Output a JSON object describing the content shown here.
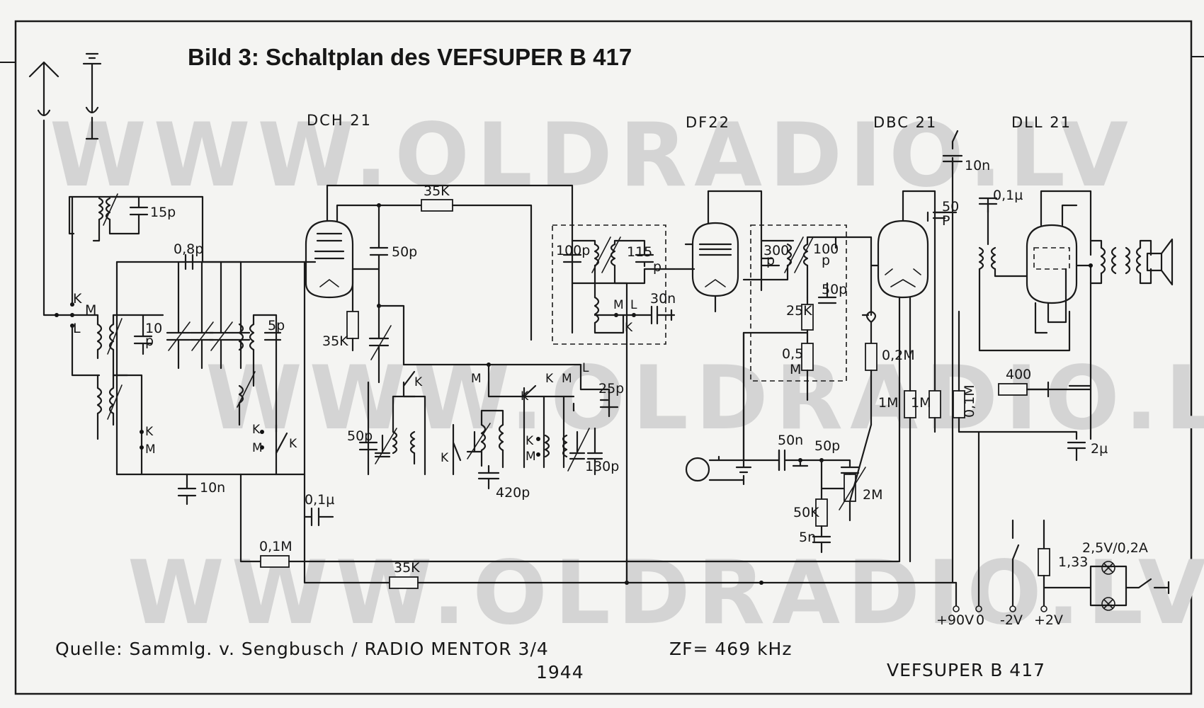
{
  "title": "Bild 3: Schaltplan des VEFSUPER B 417",
  "watermarks": [
    "WWW.OLDRADIO.LV",
    "WWW.OLDRADIO.LV",
    "WWW.OLDRADIO.LV"
  ],
  "tubes": [
    "DCH 21",
    "DF22",
    "DBC 21",
    "DLL 21"
  ],
  "component_labels": {
    "c15p": "15p",
    "c08p": "0,8p",
    "sw_k": "K",
    "sw_m": "M",
    "sw_l": "L",
    "c10p": "10",
    "c10p_unit": "p",
    "c5p": "5p",
    "c10n_left": "10n",
    "r35k_top": "35K",
    "c50p_osc": "50p",
    "r35k_grid": "35K",
    "c50p_left": "50p",
    "c420p": "420p",
    "c130p": "130p",
    "c25p": "25p",
    "c01u_mid": "0,1µ",
    "r01m": "0,1M",
    "r35k_bottom": "35K",
    "c100p": "100p",
    "c115p": "115",
    "c115p_unit": "p",
    "c30n": "30n",
    "c300p": "300",
    "c300p_unit": "p",
    "c100p_2": "100",
    "c100p_2_unit": "p",
    "c50p_if": "50p",
    "r25k": "25K",
    "r05m": "0,5",
    "r05m_unit": "M",
    "r02m": "0,2M",
    "c50n": "50n",
    "c50p_af": "50p",
    "pot2m": "2M",
    "r50k": "50K",
    "c5n": "5n",
    "c10n_top": "10n",
    "c50p_right": "50",
    "c50p_right_unit": "P",
    "r1m_a": "1M",
    "r1m_b": "1M",
    "r01m_v": "0,1M",
    "c01u_right": "0,1µ",
    "r400": "400",
    "c2u": "2µ",
    "r133": "1,33",
    "lamps": "2,5V/0,2A"
  },
  "terminals": [
    "+90V",
    "0",
    "-2V",
    "+2V"
  ],
  "source_note": "Quelle: Sammlg. v. Sengbusch / RADIO MENTOR 3/4",
  "year": "1944",
  "if_note": "ZF= 469 kHz",
  "model": "VEFSUPER B 417"
}
